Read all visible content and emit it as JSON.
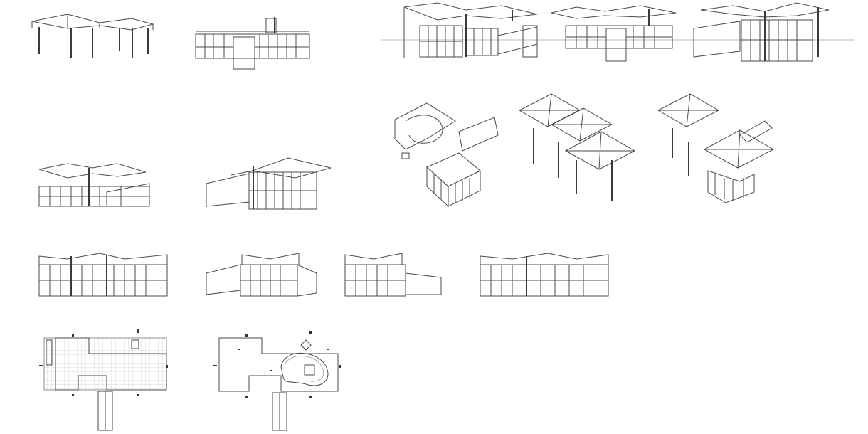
{
  "sheet": {
    "background": "#ffffff",
    "line_color": "#4a4a4a"
  },
  "drawings": [
    {
      "id": "elevation-roof-structure",
      "kind": "elevation"
    },
    {
      "id": "elevation-entrance-front",
      "kind": "elevation"
    },
    {
      "id": "perspective-view-1",
      "kind": "perspective"
    },
    {
      "id": "perspective-view-2",
      "kind": "perspective"
    },
    {
      "id": "perspective-view-3",
      "kind": "perspective"
    },
    {
      "id": "perspective-view-4",
      "kind": "perspective"
    },
    {
      "id": "perspective-view-5",
      "kind": "perspective"
    },
    {
      "id": "axonometric-pavilion",
      "kind": "axonometric"
    },
    {
      "id": "axonometric-roof-umbrellas",
      "kind": "axonometric"
    },
    {
      "id": "axonometric-full",
      "kind": "axonometric"
    },
    {
      "id": "elevation-north",
      "kind": "elevation"
    },
    {
      "id": "elevation-east",
      "kind": "elevation"
    },
    {
      "id": "elevation-west",
      "kind": "elevation"
    },
    {
      "id": "elevation-south",
      "kind": "elevation"
    },
    {
      "id": "plan-ground-floor",
      "kind": "plan"
    },
    {
      "id": "plan-upper-floor",
      "kind": "plan"
    }
  ]
}
